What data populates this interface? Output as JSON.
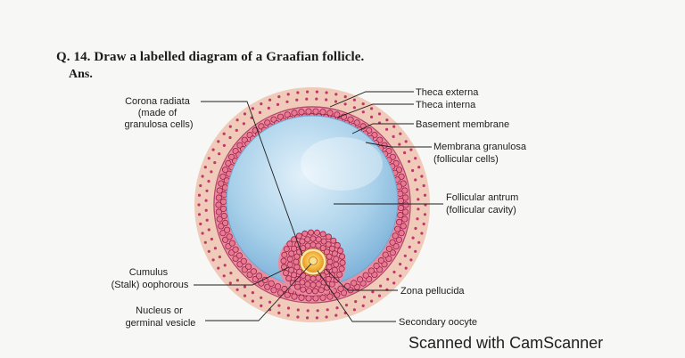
{
  "question": "Q. 14. Draw a labelled diagram of a Graafian follicle.",
  "answer_label": "Ans.",
  "watermark": "Scanned with CamScanner",
  "diagram_labels": {
    "corona_radiata": [
      "Corona radiata",
      "(made of",
      "granulosa cells)"
    ],
    "theca_externa": "Theca externa",
    "theca_interna": "Theca interna",
    "basement_membrane": "Basement membrane",
    "membrana_granulosa": [
      "Membrana granulosa",
      "(follicular cells)"
    ],
    "follicular_antrum": [
      "Follicular antrum",
      "(follicular cavity)"
    ],
    "cumulus_oophorous": [
      "Cumulus",
      "(Stalk) oophorous"
    ],
    "zona_pellucida": "Zona pellucida",
    "nucleus": [
      "Nucleus or",
      "germinal vesicle"
    ],
    "secondary_oocyte": "Secondary oocyte"
  },
  "colors": {
    "theca": "#ecc3b2",
    "theca_dots": "#c0386a",
    "granulosa": "#e87a90",
    "cell_outline": "#9a1d4b",
    "antrum": "#9ecae6",
    "antrum_edge": "#6ea7d3",
    "oocyte": "#f4b43a",
    "nucleus": "#f7e08f"
  }
}
